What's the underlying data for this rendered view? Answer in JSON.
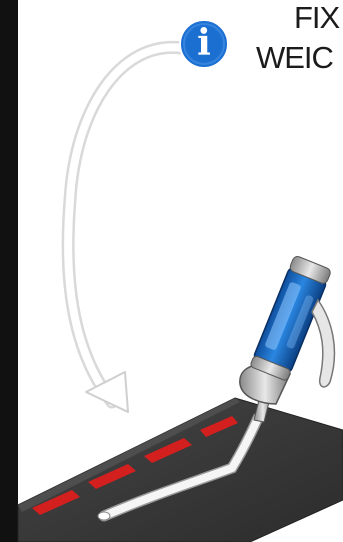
{
  "heading": {
    "line1": "FIX",
    "line2": "WEIC"
  },
  "info_badge": {
    "letter": "i",
    "color": "#1a6fd1"
  },
  "colors": {
    "strip": "#3a3a3a",
    "red_dashes": "#d41f1f",
    "cartridge_blue": "#1a6fd1",
    "sealant": "#f2f2f2"
  },
  "icons": [
    "info-icon",
    "curved-arrow-icon",
    "sealant-cartridge-icon"
  ]
}
